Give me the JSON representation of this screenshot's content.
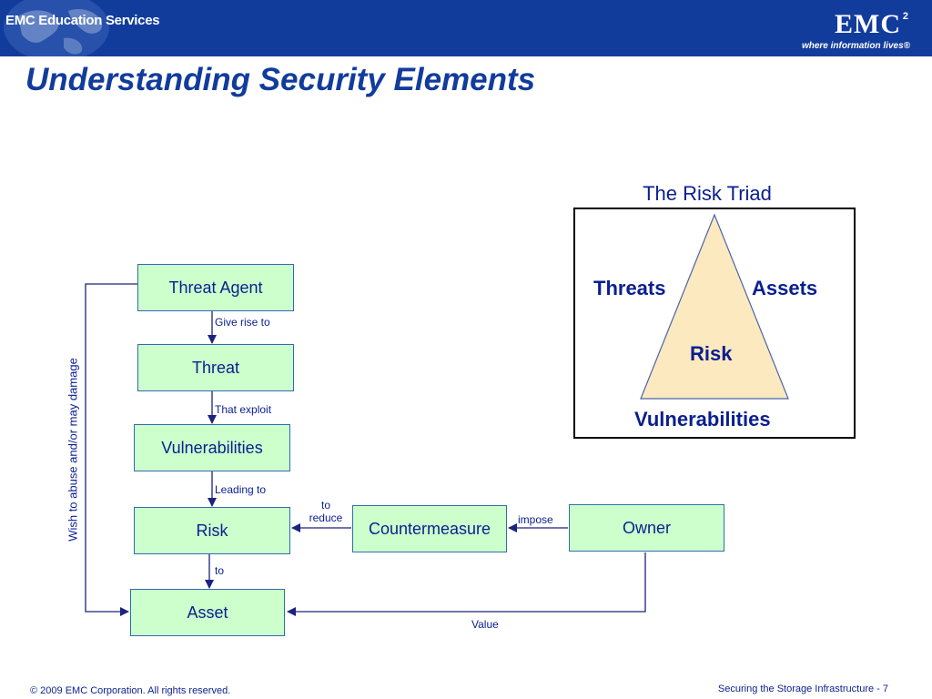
{
  "header": {
    "brand": "EMC Education Services",
    "logo_text": "EMC",
    "logo_superscript": "2",
    "tagline": "where information lives®",
    "background_color": "#123c9c"
  },
  "slide": {
    "title": "Understanding Security Elements"
  },
  "flow": {
    "nodes": {
      "threat_agent": "Threat Agent",
      "threat": "Threat",
      "vulnerabilities": "Vulnerabilities",
      "risk": "Risk",
      "asset": "Asset",
      "countermeasure": "Countermeasure",
      "owner": "Owner"
    },
    "edge_labels": {
      "give_rise_to": "Give rise to",
      "that_exploit": "That exploit",
      "leading_to": "Leading to",
      "to_reduce_line1": "to",
      "to_reduce_line2": "reduce",
      "impose": "impose",
      "to": "to",
      "value": "Value",
      "wish_to_abuse": "Wish to abuse and/or may damage"
    },
    "box_fill_color": "#ccffcc",
    "box_border_color": "#2e6db4",
    "text_color": "#0a1f8f"
  },
  "triad": {
    "title": "The Risk Triad",
    "threats": "Threats",
    "assets": "Assets",
    "risk": "Risk",
    "vulnerabilities": "Vulnerabilities",
    "triangle_fill": "#fde9c0"
  },
  "footer": {
    "copyright": "© 2009 EMC Corporation. All rights reserved.",
    "course_page": "Securing the Storage Infrastructure  - 7"
  }
}
